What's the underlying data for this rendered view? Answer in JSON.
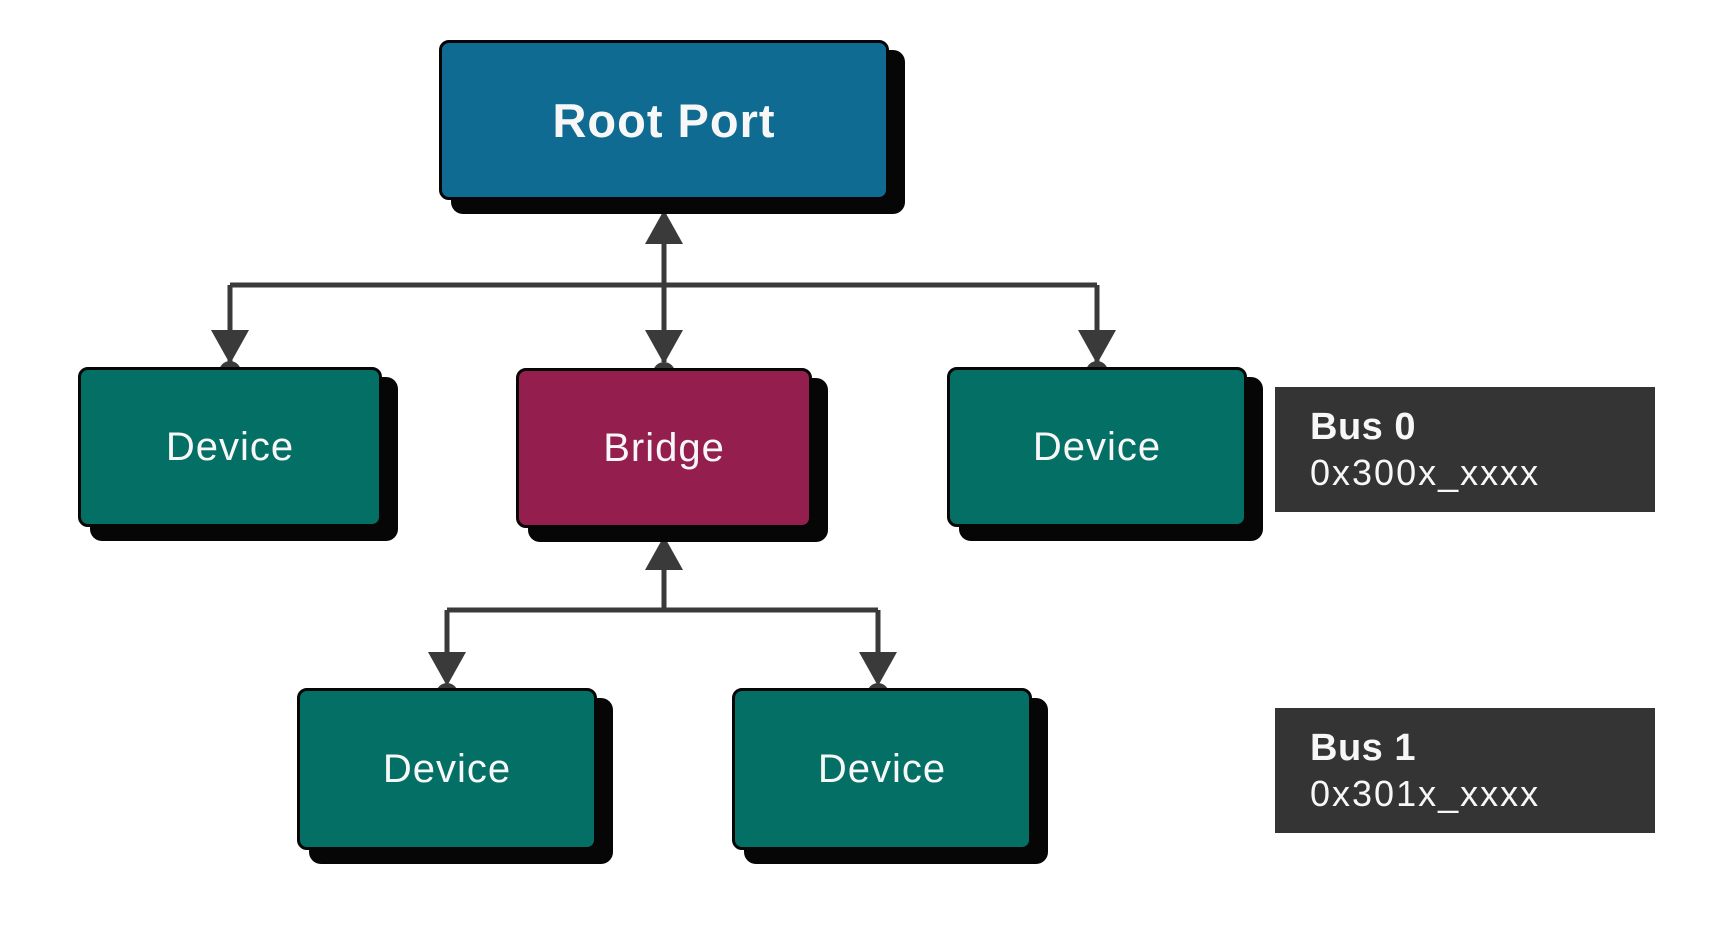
{
  "colors": {
    "ink": "#3a3a3a",
    "shadow": "#060606",
    "root_bg": "#0f6b91",
    "device_bg": "#047065",
    "bridge_bg": "#941f4f",
    "label_bg": "#343434",
    "text_light": "#f7f7f7",
    "canvas_bg": "#ffffff"
  },
  "nodes": {
    "root": {
      "label": "Root Port"
    },
    "device_left": {
      "label": "Device"
    },
    "bridge": {
      "label": "Bridge"
    },
    "device_right": {
      "label": "Device"
    },
    "device_bottom_left": {
      "label": "Device"
    },
    "device_bottom_right": {
      "label": "Device"
    }
  },
  "bus_labels": [
    {
      "title": "Bus 0",
      "range": "0x300x_xxxx"
    },
    {
      "title": "Bus 1",
      "range": "0x301x_xxxx"
    }
  ]
}
